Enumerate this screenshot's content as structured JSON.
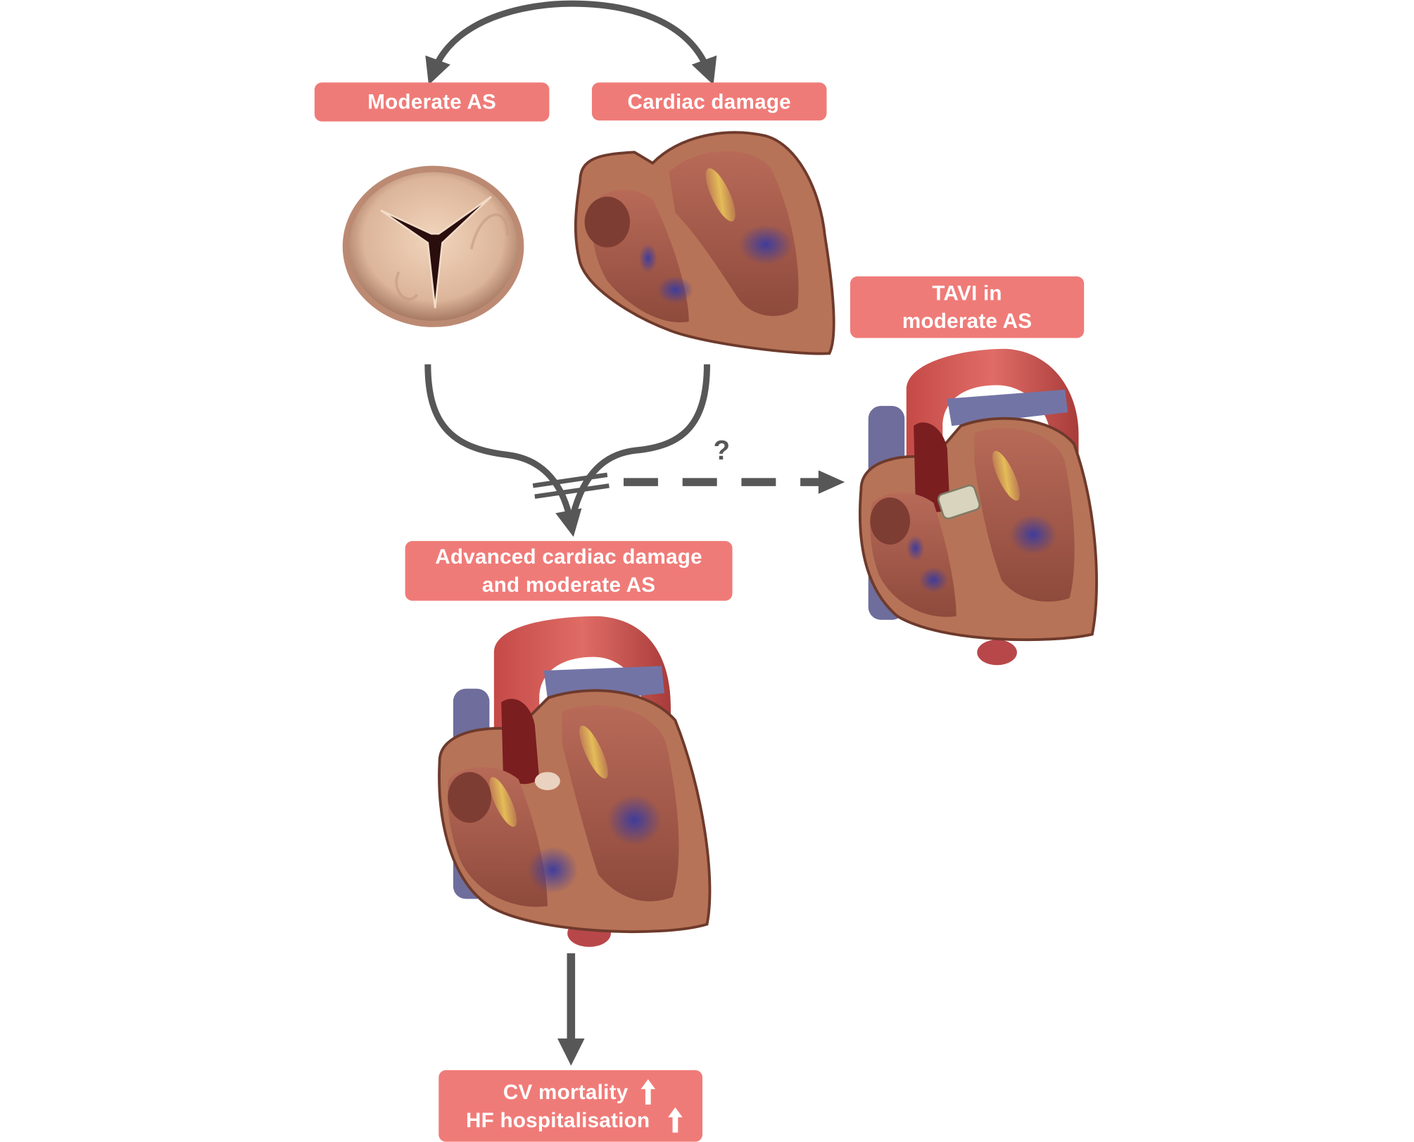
{
  "diagram": {
    "nodes": {
      "moderate_as": {
        "label": "Moderate AS"
      },
      "cardiac_damage": {
        "label": "Cardiac damage"
      },
      "tavi": {
        "lines": [
          "TAVI in",
          "moderate AS"
        ]
      },
      "advanced": {
        "lines": [
          "Advanced cardiac damage",
          "and moderate AS"
        ]
      },
      "outcomes": {
        "items": [
          {
            "label": "CV mortality",
            "trend": "up"
          },
          {
            "label": "HF hospitalisation",
            "trend": "up"
          }
        ]
      }
    },
    "edges": [
      {
        "from": "moderate_as",
        "to": "cardiac_damage",
        "style": "solid",
        "bidirectional": true
      },
      {
        "from": "moderate_as",
        "to": "advanced",
        "style": "solid"
      },
      {
        "from": "cardiac_damage",
        "to": "advanced",
        "style": "solid"
      },
      {
        "from": "merge",
        "to": "tavi",
        "style": "dashed",
        "label": "?",
        "interrupted": true
      },
      {
        "from": "advanced",
        "to": "outcomes",
        "style": "solid"
      }
    ],
    "illustrations": {
      "valve": "stenotic-aortic-valve",
      "small_heart": "damaged-heart-cross-section",
      "tavi_heart": "heart-with-tavi-implant",
      "advanced_heart": "heart-with-advanced-damage"
    },
    "colors": {
      "box_fill": "#ef7b78",
      "box_text": "#ffffff",
      "arrow": "#575757",
      "myocardium": "#b97355",
      "aorta": "#c9524f",
      "vein": "#6e6d9c"
    }
  }
}
